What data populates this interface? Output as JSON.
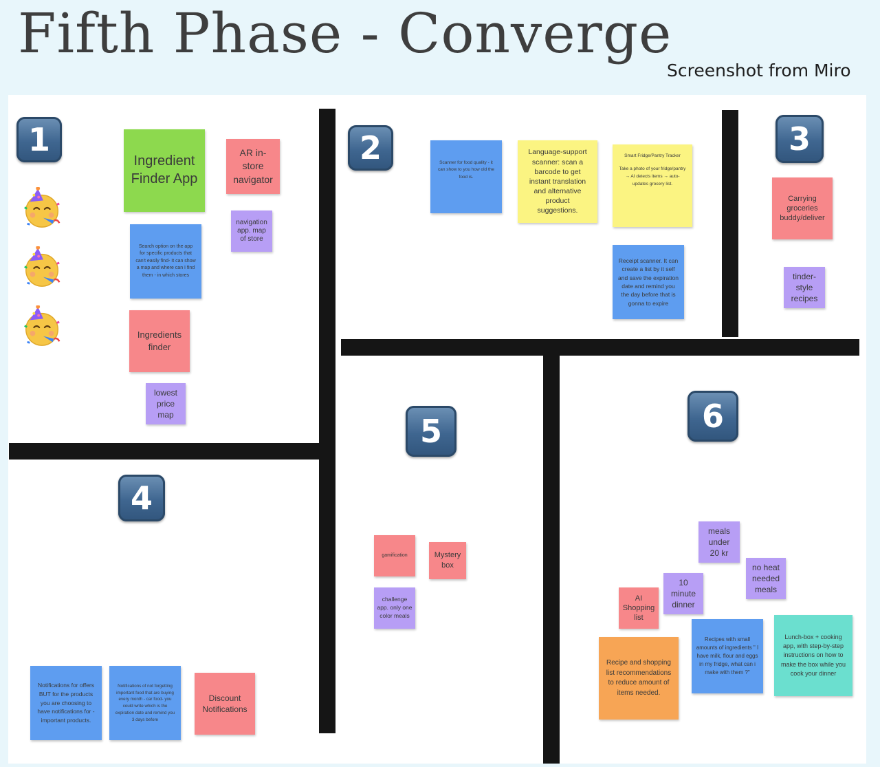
{
  "header": {
    "title": "Fifth Phase - Converge",
    "subtitle": "Screenshot from Miro"
  },
  "sections": [
    {
      "number": "1"
    },
    {
      "number": "2"
    },
    {
      "number": "3"
    },
    {
      "number": "4"
    },
    {
      "number": "5"
    },
    {
      "number": "6"
    }
  ],
  "notes": {
    "ingredient_finder_app": "Ingredient Finder App",
    "ar_navigator": "AR in-store navigator",
    "navigation_map": "navigation app. map of store",
    "search_option": "Search option on the app for specific products that can't easily find- It can show a map and where can I find them - in which stores",
    "ingredients_finder": "Ingredients finder",
    "lowest_price_map": "lowest price map",
    "scanner_food_quality": "Scanner for food quality - it can show to you how old the food is.",
    "language_scanner": "Language-support scanner: scan a barcode to get instant translation and alternative product suggestions.",
    "smart_fridge_title": "Smart Fridge/Pantry Tracker",
    "smart_fridge_body": "Take a photo of your fridge/pantry → AI detects items → auto-updates grocery list.",
    "receipt_scanner": "Receipt scanner. It can create a list by it self and save the expiration date and remind you the day before that is gonna to expire",
    "carrying_groceries": "Carrying groceries buddy/deliver",
    "tinder_recipes": "tinder-style recipes",
    "notif_offers": "Notifications for offers BUT for the products you are choosing to have notifications for - important products.",
    "notif_forgetting": "Notifications of not forgetting important food that are buying every month - car food- you could write which is the expiration date and remind you 3 days before",
    "discount_notifications": "Discount Notifications",
    "gamification": "gamification",
    "mystery_box": "Mystery box",
    "challenge_app": "challenge app. only one color meals",
    "meals_under": "meals under 20 kr",
    "no_heat": "no heat needed meals",
    "ten_minute": "10 minute dinner",
    "ai_shopping": "AI Shopping list",
    "recipe_shopping": "Recipe and shopping list recommendations to reduce amount of items needed.",
    "recipes_small": "Recipes with small amounts of ingredients \" I have milk, flour and eggs in my fridge, what can i make with them ?\"",
    "lunch_box": "Lunch-box + cooking app, with step-by-step instructions on how to make the box while you cook your dinner"
  },
  "icons": {
    "emoji": "partying-face-icon"
  },
  "colors": {
    "blue": "#5e9df0",
    "yellow": "#fbf482",
    "pink": "#f7878a",
    "purple": "#b79ef5",
    "green": "#8dd94e",
    "orange": "#f7a555",
    "teal": "#6bdfcf",
    "badge": "#3f6690"
  }
}
